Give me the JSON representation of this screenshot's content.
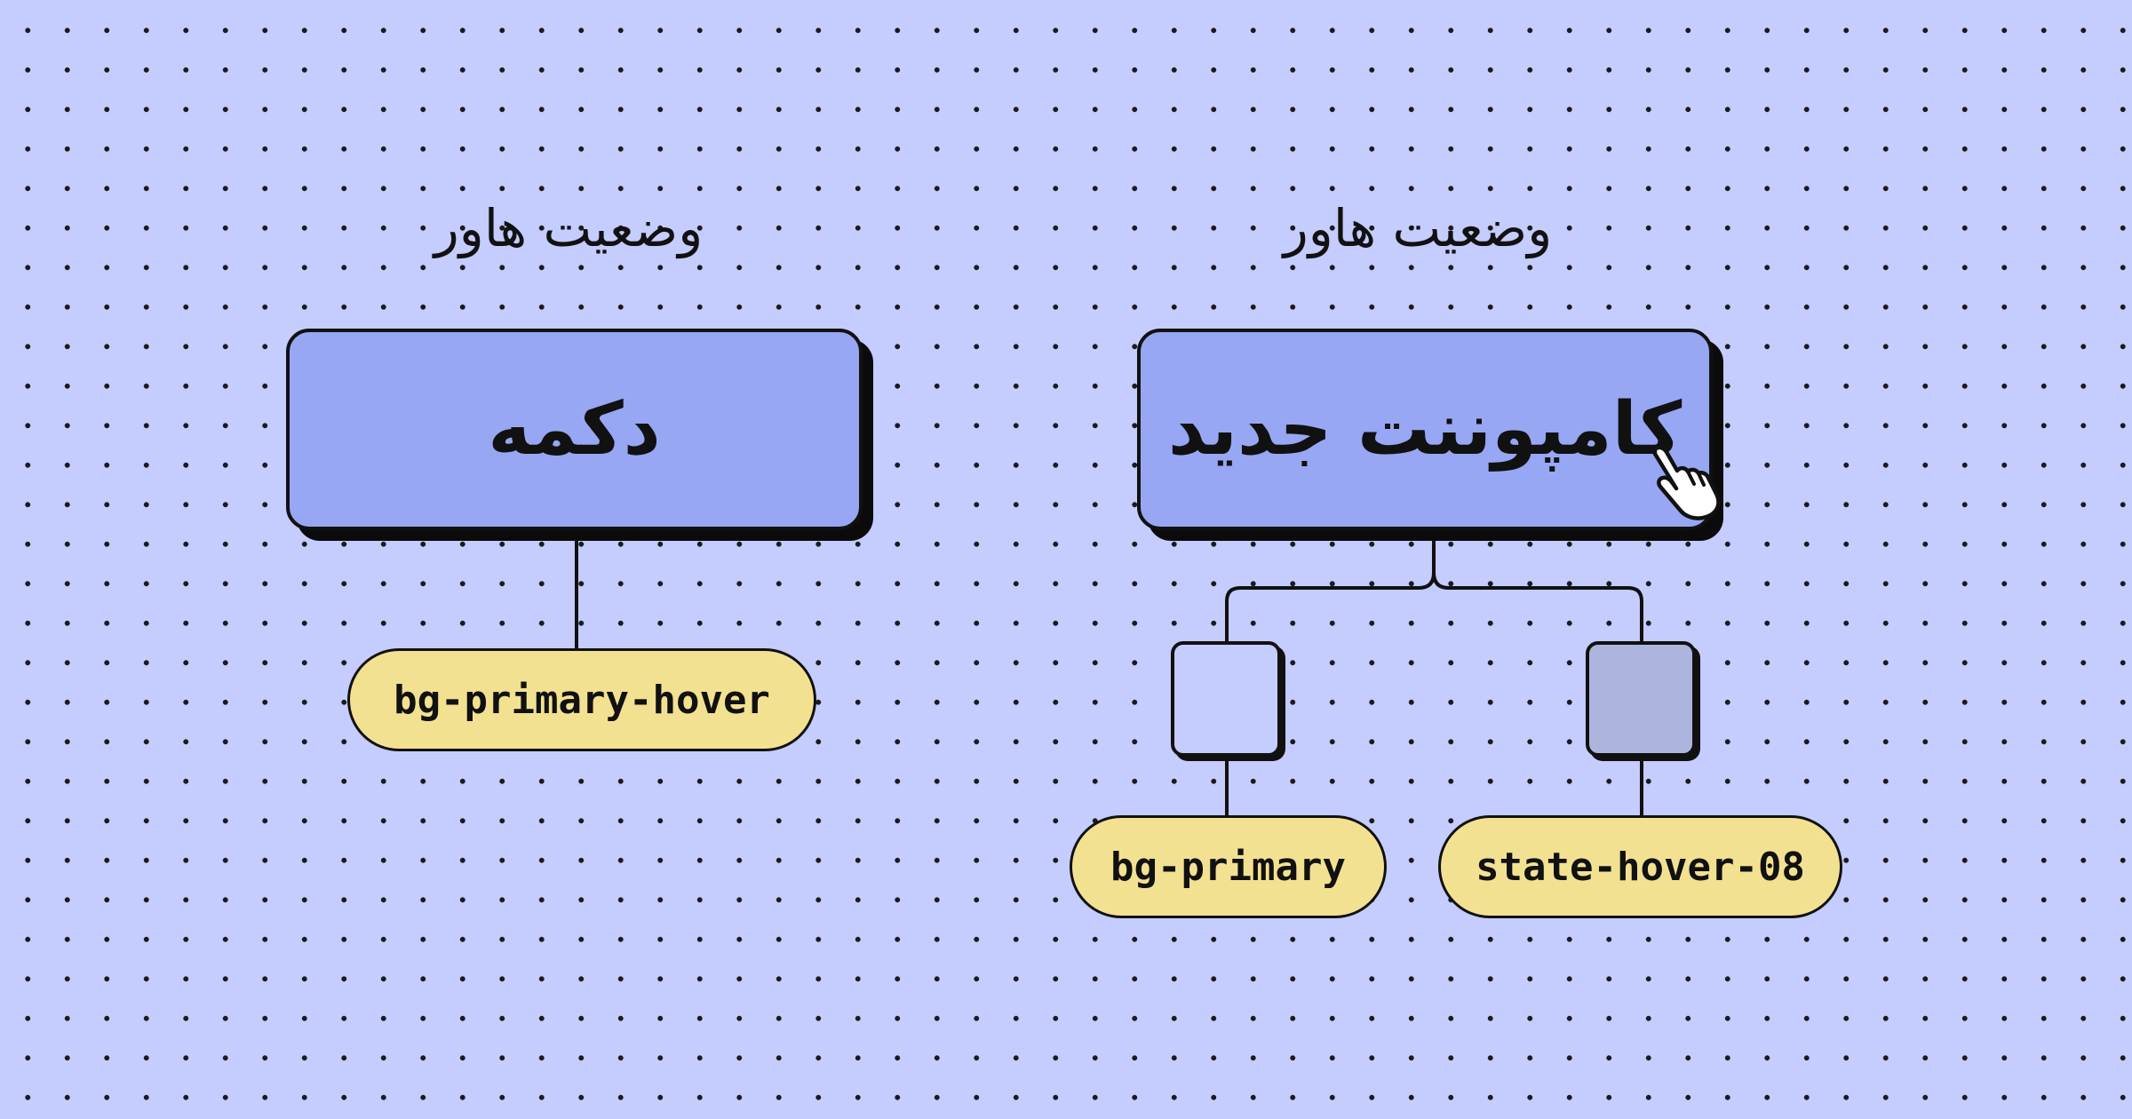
{
  "colors": {
    "background": "#c5ccfe",
    "node_fill": "#97a7f3",
    "token_fill": "#f3e192",
    "swatch_primary": "#c5ccfe",
    "swatch_hover": "#adb5df"
  },
  "left_diagram": {
    "heading": "وضعیت هاور",
    "node_label": "دکمه",
    "token": "bg-primary-hover"
  },
  "right_diagram": {
    "heading": "وضعیت هاور",
    "node_label": "کامپوننت جدید",
    "cursor_icon": "hand-pointer-icon",
    "tokens": [
      "bg-primary",
      "state-hover-08"
    ]
  }
}
